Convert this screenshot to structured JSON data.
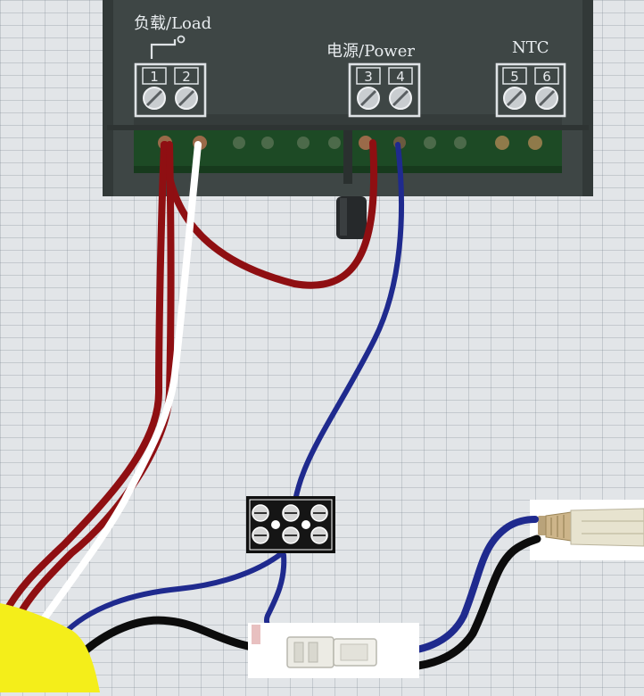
{
  "device": {
    "load_label": "负载/Load",
    "power_label": "电源/Power",
    "ntc_label": "NTC",
    "terminals": [
      "1",
      "2",
      "3",
      "4",
      "5",
      "6"
    ]
  },
  "colors": {
    "housing": "#3e4645",
    "terminal_strip": "#1d4a25",
    "wire_red": "#8f0f12",
    "wire_blue": "#1f2a8e",
    "wire_white": "#ffffff",
    "wire_black": "#0c0c0c",
    "plug_yellow": "#f4ee1a"
  },
  "icons": [
    "screw-terminal-icon",
    "terminal-block-icon",
    "connector-icon",
    "bulb-icon",
    "plug-icon"
  ]
}
